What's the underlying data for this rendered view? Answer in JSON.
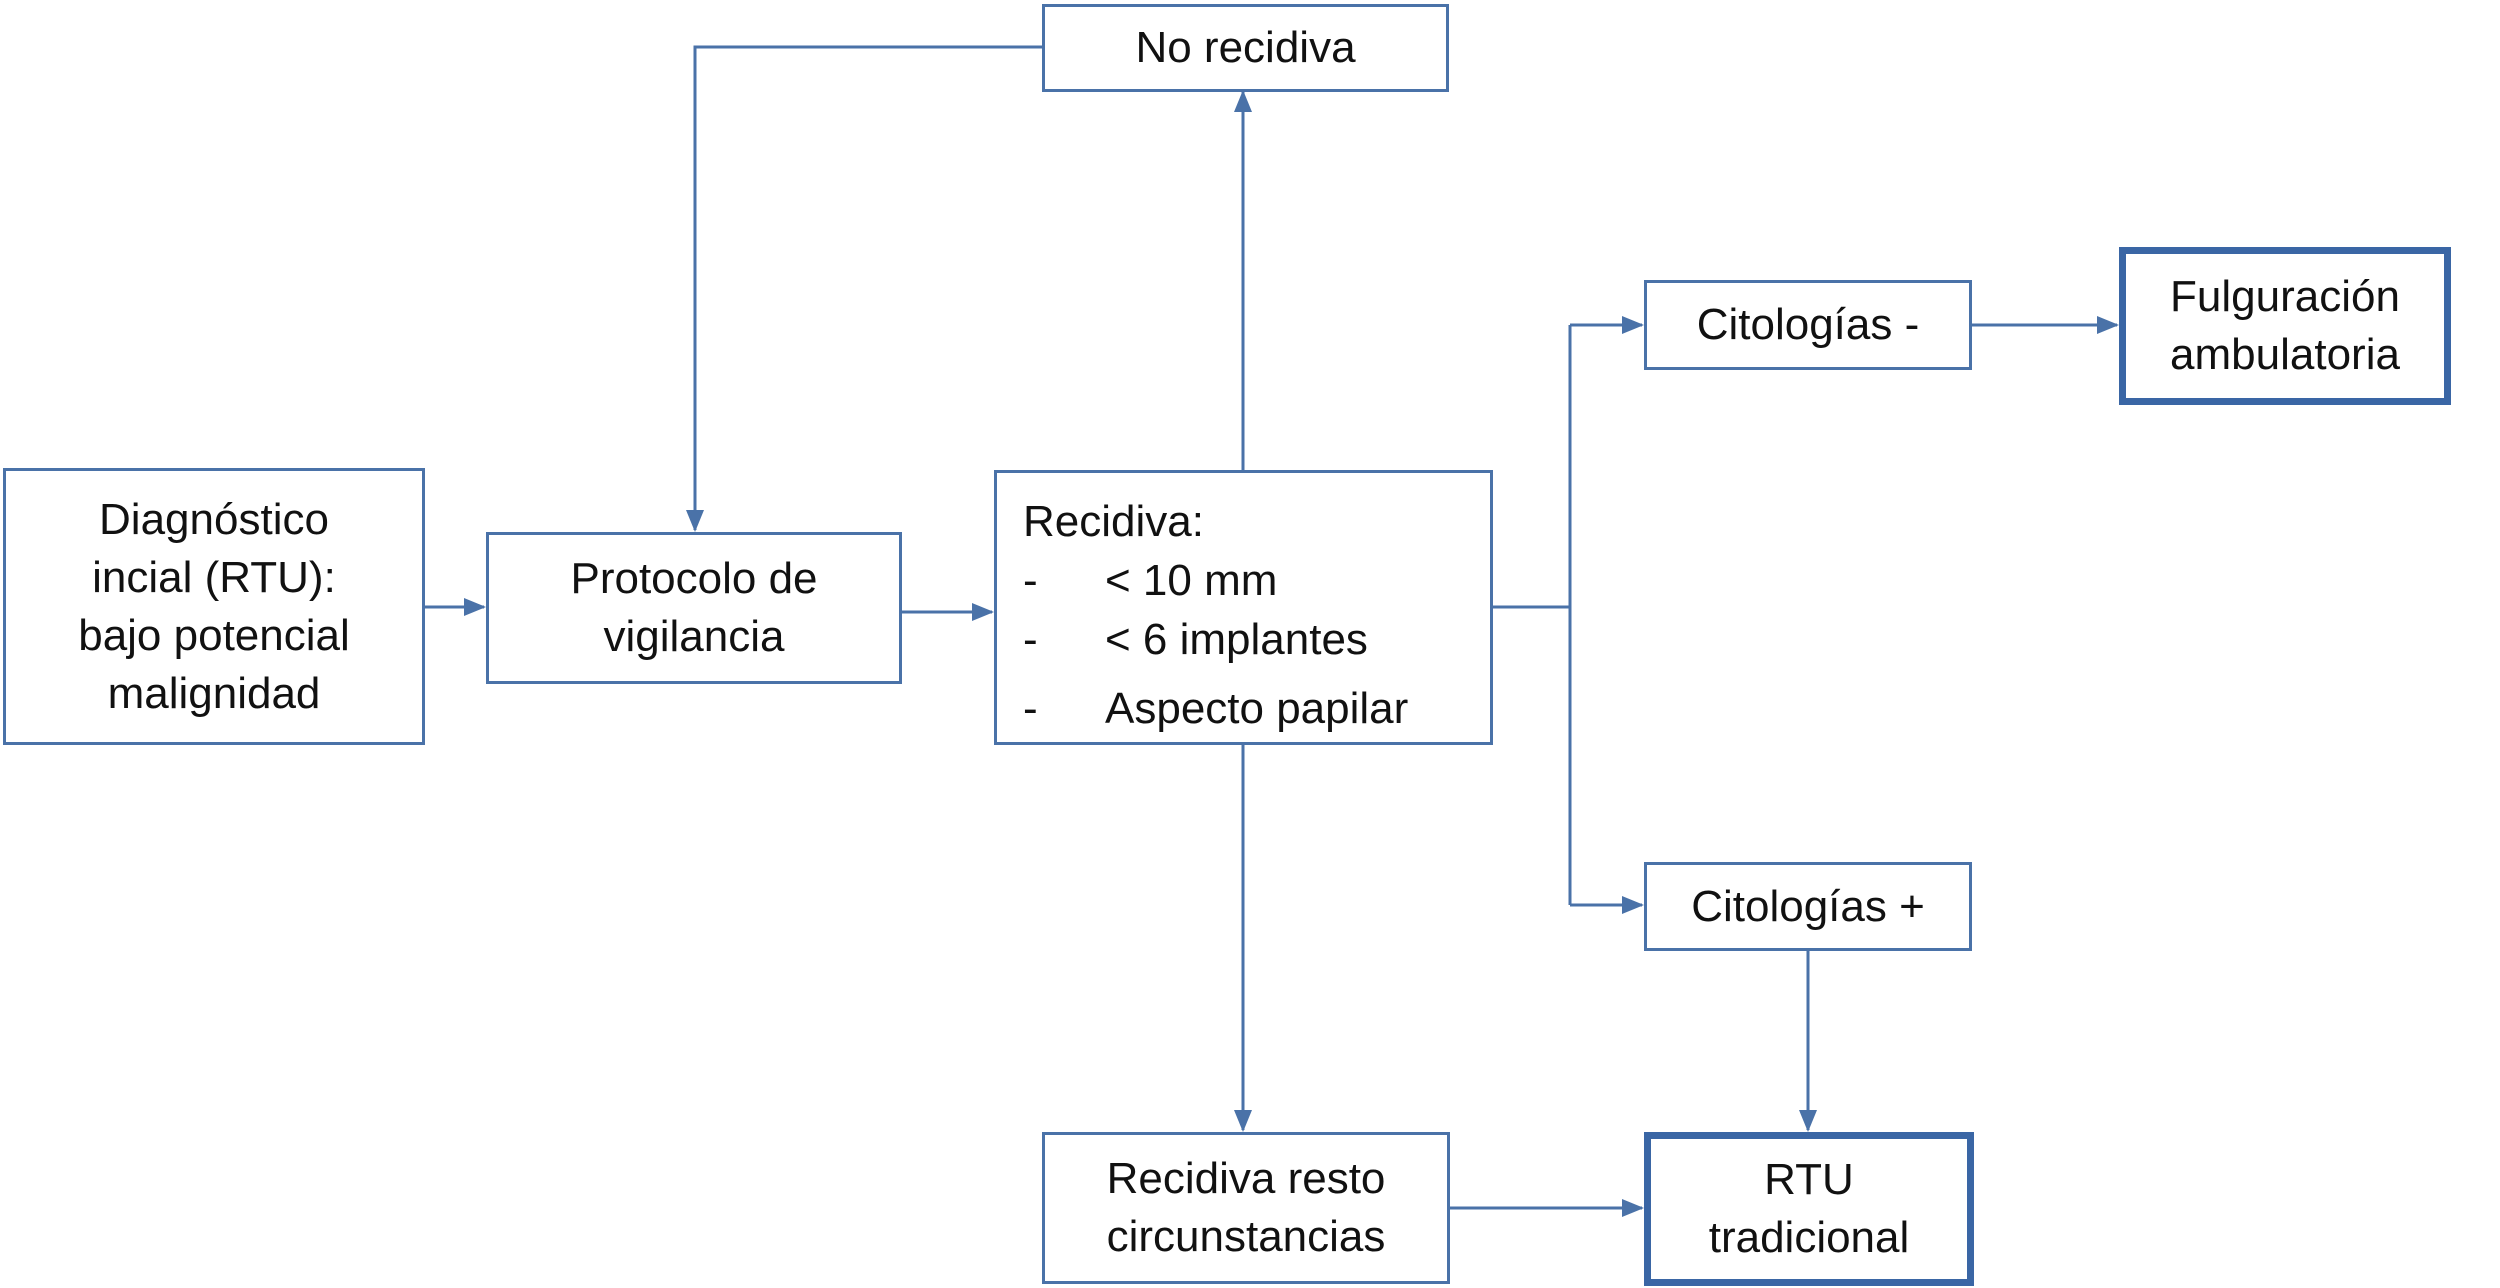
{
  "diagram": {
    "line_color": "#4a72a8",
    "thick_border_color": "#3a66a5",
    "nodes": {
      "no_recidiva": {
        "lines": [
          "No recidiva"
        ]
      },
      "diagnostico": {
        "lines": [
          "Diagnóstico",
          "incial (RTU):",
          "bajo potencial",
          "malignidad"
        ]
      },
      "protocolo": {
        "lines": [
          "Protocolo de",
          "vigilancia"
        ]
      },
      "recidiva": {
        "title": "Recidiva:",
        "criteria": [
          {
            "dash": "-",
            "text": "< 10 mm"
          },
          {
            "dash": "-",
            "text": "< 6 implantes"
          },
          {
            "dash": "-",
            "text": "Aspecto papilar"
          }
        ]
      },
      "citologias_neg": {
        "lines": [
          "Citologías -"
        ]
      },
      "fulguracion": {
        "lines": [
          "Fulguración",
          "ambulatoria"
        ]
      },
      "citologias_pos": {
        "lines": [
          "Citologías +"
        ]
      },
      "recidiva_resto": {
        "lines": [
          "Recidiva resto",
          "circunstancias"
        ]
      },
      "rtu_tradicional": {
        "lines": [
          "RTU",
          "tradicional"
        ]
      }
    }
  }
}
